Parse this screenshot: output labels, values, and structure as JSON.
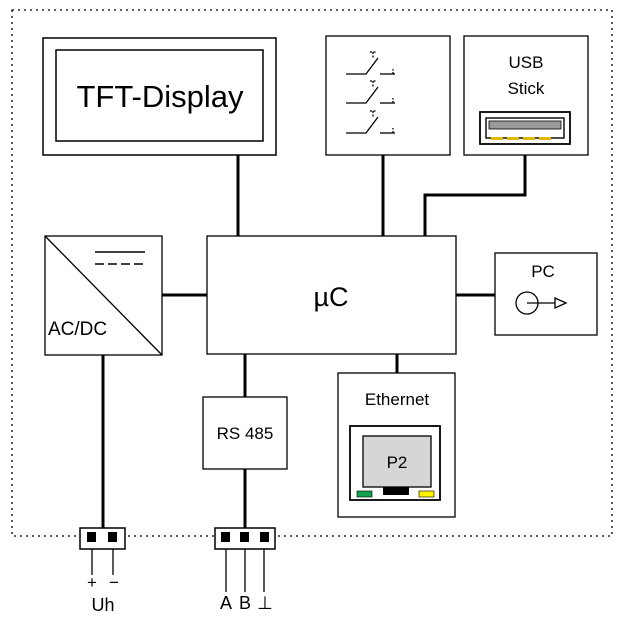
{
  "diagram": {
    "display_label": "TFT-Display",
    "usb_label_line1": "USB",
    "usb_label_line2": "Stick",
    "mcu_label": "µC",
    "pc_label": "PC",
    "acdc_label": "AC/DC",
    "rs485_label": "RS 485",
    "ethernet_label": "Ethernet",
    "ethernet_port_label": "P2",
    "power_plus": "+",
    "power_minus": "−",
    "power_label": "Uh",
    "rs485_pins": [
      "A",
      "B",
      "⊥"
    ]
  },
  "colors": {
    "line": "#000000",
    "display_border": "#000000",
    "ethernet_port_fill": "#d6d6d6",
    "led_green": "#11a24b",
    "led_yellow": "#fff200",
    "usb_contacts": "#e2b800"
  }
}
